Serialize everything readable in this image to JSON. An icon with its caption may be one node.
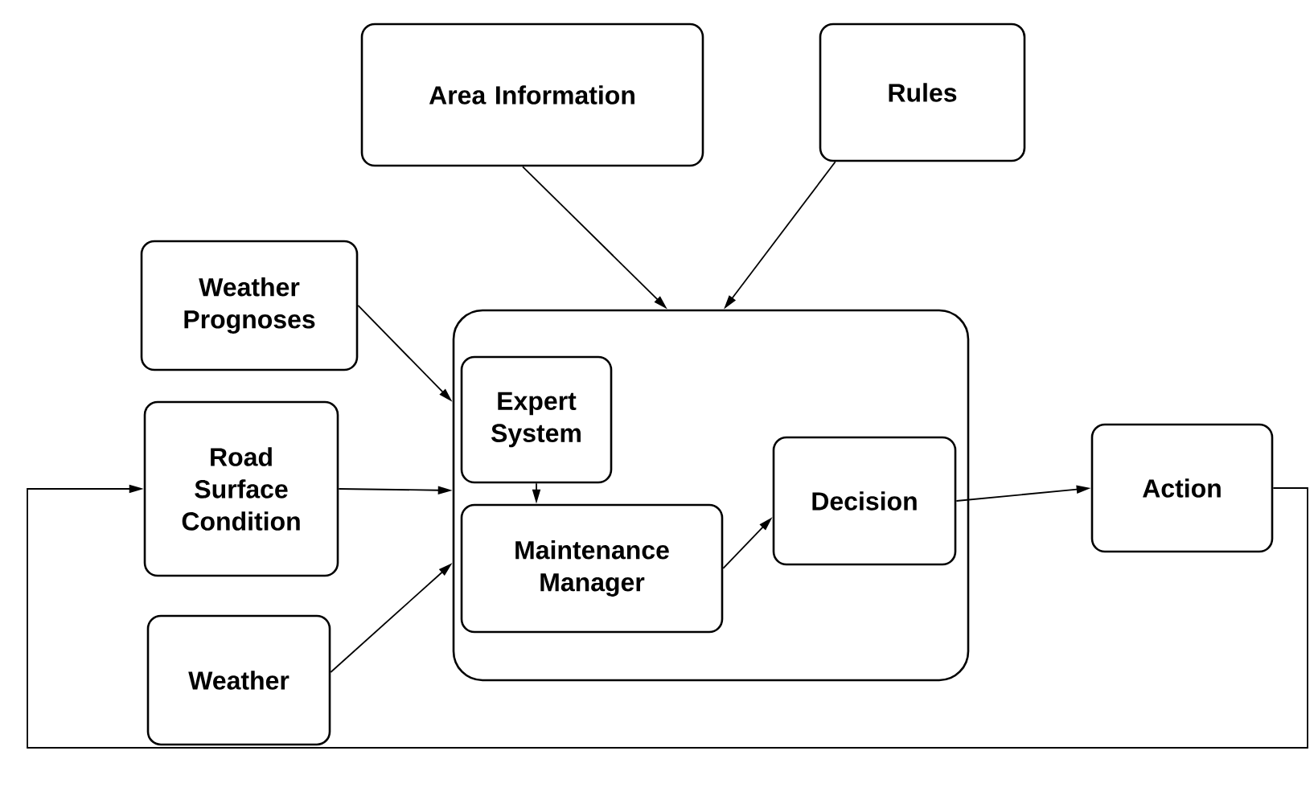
{
  "diagram": {
    "nodes": [
      {
        "text": [
          "Area Information"
        ]
      },
      {
        "text": [
          "Rules"
        ]
      },
      {
        "text": [
          "Weather Prognoses"
        ]
      },
      {
        "text": [
          "Road Surface Condition"
        ]
      },
      {
        "text": [
          "Weather"
        ]
      },
      {
        "text": [],
        "shape": "box"
      },
      {
        "text": [
          "Expert System"
        ],
        "in": 5
      },
      {
        "text": [
          "Maintenance Manager"
        ],
        "in": 5
      },
      {
        "text": [
          "Decision"
        ],
        "in": 5
      },
      {
        "text": [
          "Action"
        ]
      }
    ],
    "edges": [
      {
        "from": 0,
        "to": 5,
        "arrow": "to"
      },
      {
        "from": 1,
        "to": 5,
        "arrow": "to"
      },
      {
        "from": 2,
        "to": 5,
        "arrow": "to"
      },
      {
        "from": 3,
        "to": 5,
        "arrow": "to"
      },
      {
        "from": 4,
        "to": 5,
        "arrow": "to"
      },
      {
        "from": 6,
        "to": 7,
        "arrow": "to"
      },
      {
        "from": 7,
        "to": 8,
        "arrow": "to"
      },
      {
        "from": 8,
        "to": 9,
        "arrow": "to"
      },
      {
        "from": 9,
        "to": 3,
        "arrow": "to"
      }
    ]
  }
}
